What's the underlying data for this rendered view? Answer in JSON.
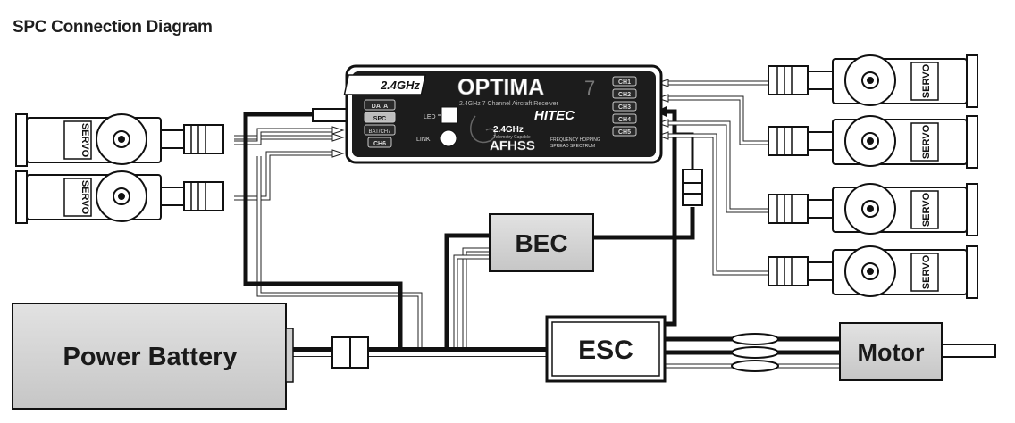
{
  "title": "SPC Connection Diagram",
  "receiver": {
    "logo": "2.4GHz",
    "model": "OPTIMA",
    "model_number": "7",
    "subtitle": "2.4GHz 7 Channel Aircraft Receiver",
    "brand": "HITEC",
    "freq": "2.4GHz",
    "freq_sub": "Telemetry Capable",
    "protocol": "AFHSS",
    "protocol_sub_1": "FREQUENCY HOPPING",
    "protocol_sub_2": "SPREAD SPECTRUM",
    "ports": [
      "DATA",
      "SPC",
      "BAT/CH7",
      "CH6"
    ],
    "led_label": "LED",
    "link_label": "LINK",
    "channels": [
      "CH1",
      "CH2",
      "CH3",
      "CH4",
      "CH5"
    ]
  },
  "servo_label": "SERVO",
  "bec_label": "BEC",
  "esc_label": "ESC",
  "battery_label": "Power Battery",
  "motor_label": "Motor",
  "colors": {
    "box_fill": "#d4d4d4",
    "box_stroke": "#1a1a1a",
    "wire_dark": "#111111",
    "wire_light": "#ffffff",
    "receiver_body": "#202020"
  }
}
